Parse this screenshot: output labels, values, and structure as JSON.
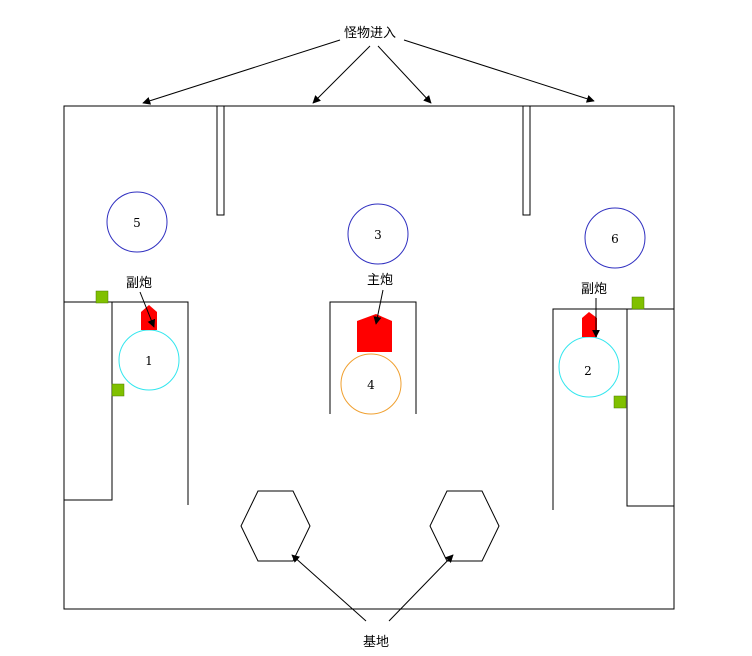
{
  "labels": {
    "monster_entry": "怪物进入",
    "base": "基地",
    "main_cannon": "主炮",
    "sub_cannon_left": "副炮",
    "sub_cannon_right": "副炮"
  },
  "circles": {
    "c1": "1",
    "c2": "2",
    "c3": "3",
    "c4": "4",
    "c5": "5",
    "c6": "6"
  },
  "colors": {
    "line": "#000000",
    "cannon_red": "#ff0000",
    "green_square": "#80c000",
    "blue_circle": "#3030c0",
    "cyan_circle": "#33e6ee",
    "orange_circle": "#f0a030"
  }
}
